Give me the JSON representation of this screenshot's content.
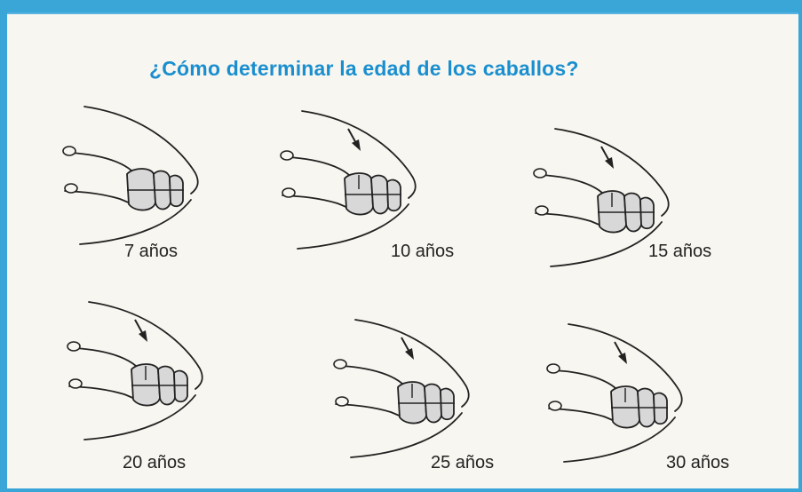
{
  "title": "¿Cómo determinar la edad de los caballos?",
  "colors": {
    "title": "#1a8fcf",
    "border": "#3aa6d8",
    "background": "#f8f6f0"
  },
  "panels": [
    {
      "age_label": "7 años",
      "arrow": false
    },
    {
      "age_label": "10 años",
      "arrow": true
    },
    {
      "age_label": "15 años",
      "arrow": true
    },
    {
      "age_label": "20 años",
      "arrow": true
    },
    {
      "age_label": "25 años",
      "arrow": true
    },
    {
      "age_label": "30 años",
      "arrow": true
    }
  ]
}
